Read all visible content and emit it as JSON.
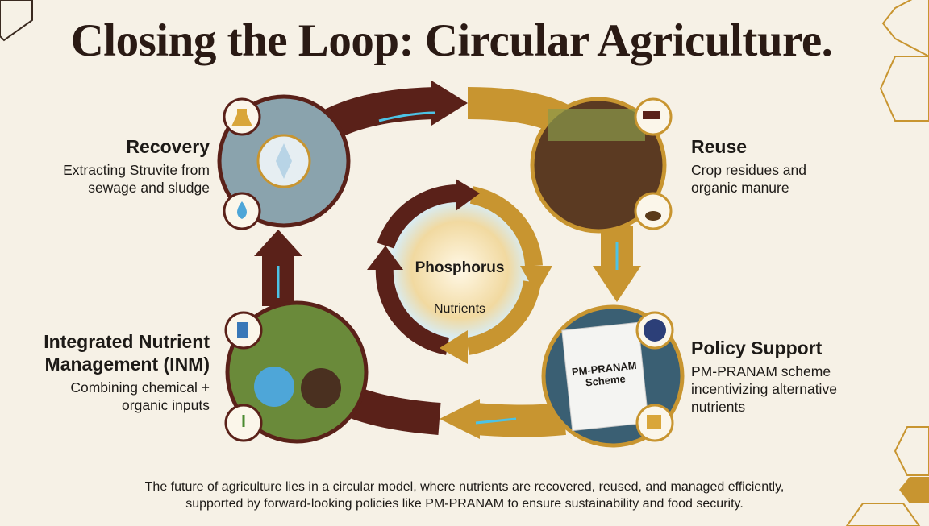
{
  "title": "Closing the Loop: Circular Agriculture.",
  "center": {
    "heading": "Phosphorus",
    "subheading": "Nutrients"
  },
  "stages": {
    "recovery": {
      "heading": "Recovery",
      "description": "Extracting Struvite from sewage and sludge",
      "icons": [
        "flask-icon",
        "water-drop-icon"
      ]
    },
    "reuse": {
      "heading": "Reuse",
      "description": "Crop residues and organic manure",
      "icons": [
        "cow-icon",
        "manure-icon"
      ]
    },
    "policy": {
      "heading": "Policy Support",
      "description": "PM-PRANAM scheme incentivizing alternative nutrients",
      "document_title": "PM-PRANAM",
      "document_subtitle": "Scheme",
      "icons": [
        "emblem-seal-icon",
        "coins-icon"
      ]
    },
    "inm": {
      "heading": "Integrated Nutrient Management (INM)",
      "description": "Combining chemical + organic inputs",
      "icons": [
        "fertilizer-bottle-icon",
        "plant-hands-icon"
      ]
    }
  },
  "footer": "The future of agriculture lies in a circular model, where nutrients are recovered, reused, and managed efficiently, supported by forward-looking policies like PM-PRANAM to ensure sustainability and food security.",
  "colors": {
    "brown": "#5a2119",
    "gold": "#c89530",
    "accent_blue": "#4cc3e6",
    "background": "#f6f1e6"
  }
}
